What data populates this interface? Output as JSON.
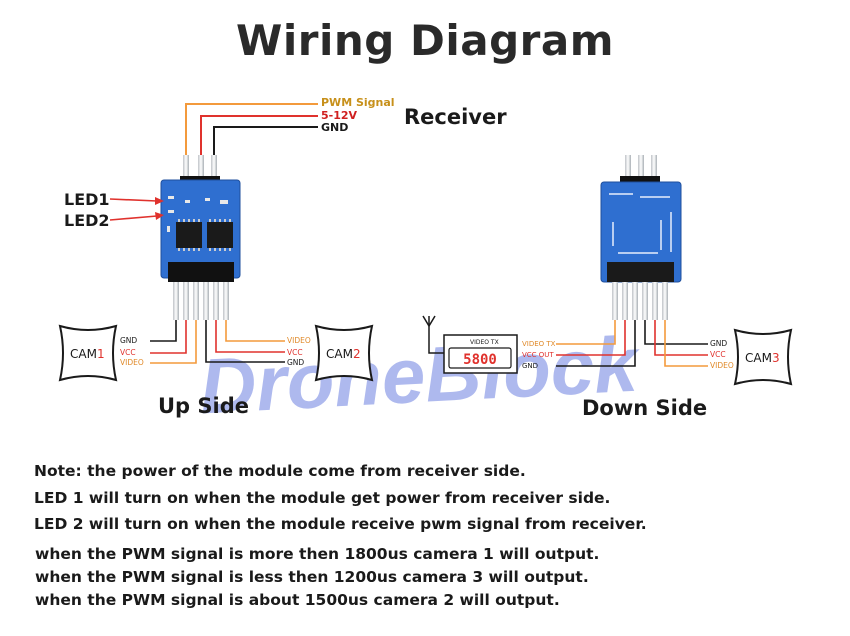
{
  "title": "Wiring Diagram",
  "receiver": {
    "label": "Receiver",
    "wires": {
      "pwm": "PWM Signal",
      "power": "5-12V",
      "gnd": "GND"
    }
  },
  "leds": {
    "led1": "LED1",
    "led2": "LED2"
  },
  "up_side": {
    "label": "Up Side",
    "cam_left": {
      "name": "CAM",
      "num": "1",
      "pins": [
        "GND",
        "VCC",
        "VIDEO"
      ]
    },
    "cam_right": {
      "name": "CAM",
      "num": "2",
      "pins": [
        "VIDEO",
        "VCC",
        "GND"
      ]
    }
  },
  "down_side": {
    "label": "Down Side",
    "vtx": {
      "title": "VIDEO TX",
      "display": "5800",
      "pins": [
        "VIDEO TX",
        "VCC OUT",
        "GND"
      ]
    },
    "cam_right": {
      "name": "CAM",
      "num": "3",
      "pins": [
        "GND",
        "VCC",
        "VIDEO"
      ]
    }
  },
  "watermark": "DroneBlock",
  "notes": [
    "Note: the power of the module come from receiver side.",
    "LED 1 will turn on when the module get power from  receiver side.",
    "LED 2 will turn on when the module receive pwm signal from receiver."
  ],
  "conditions": [
    "when the PWM signal is more then 1800us camera 1 will output.",
    "when the PWM signal is less then 1200us camera 3 will output.",
    "when the PWM signal is about 1500us camera 2 will output."
  ],
  "colors": {
    "pwm_wire": "#f39a3c",
    "power_wire": "#e0322d",
    "gnd_wire": "#1a1a1a",
    "board": "#2f6fd0",
    "pwm_label": "#c7901a",
    "power_label": "#d02020",
    "watermark": "#6b7fe0"
  }
}
